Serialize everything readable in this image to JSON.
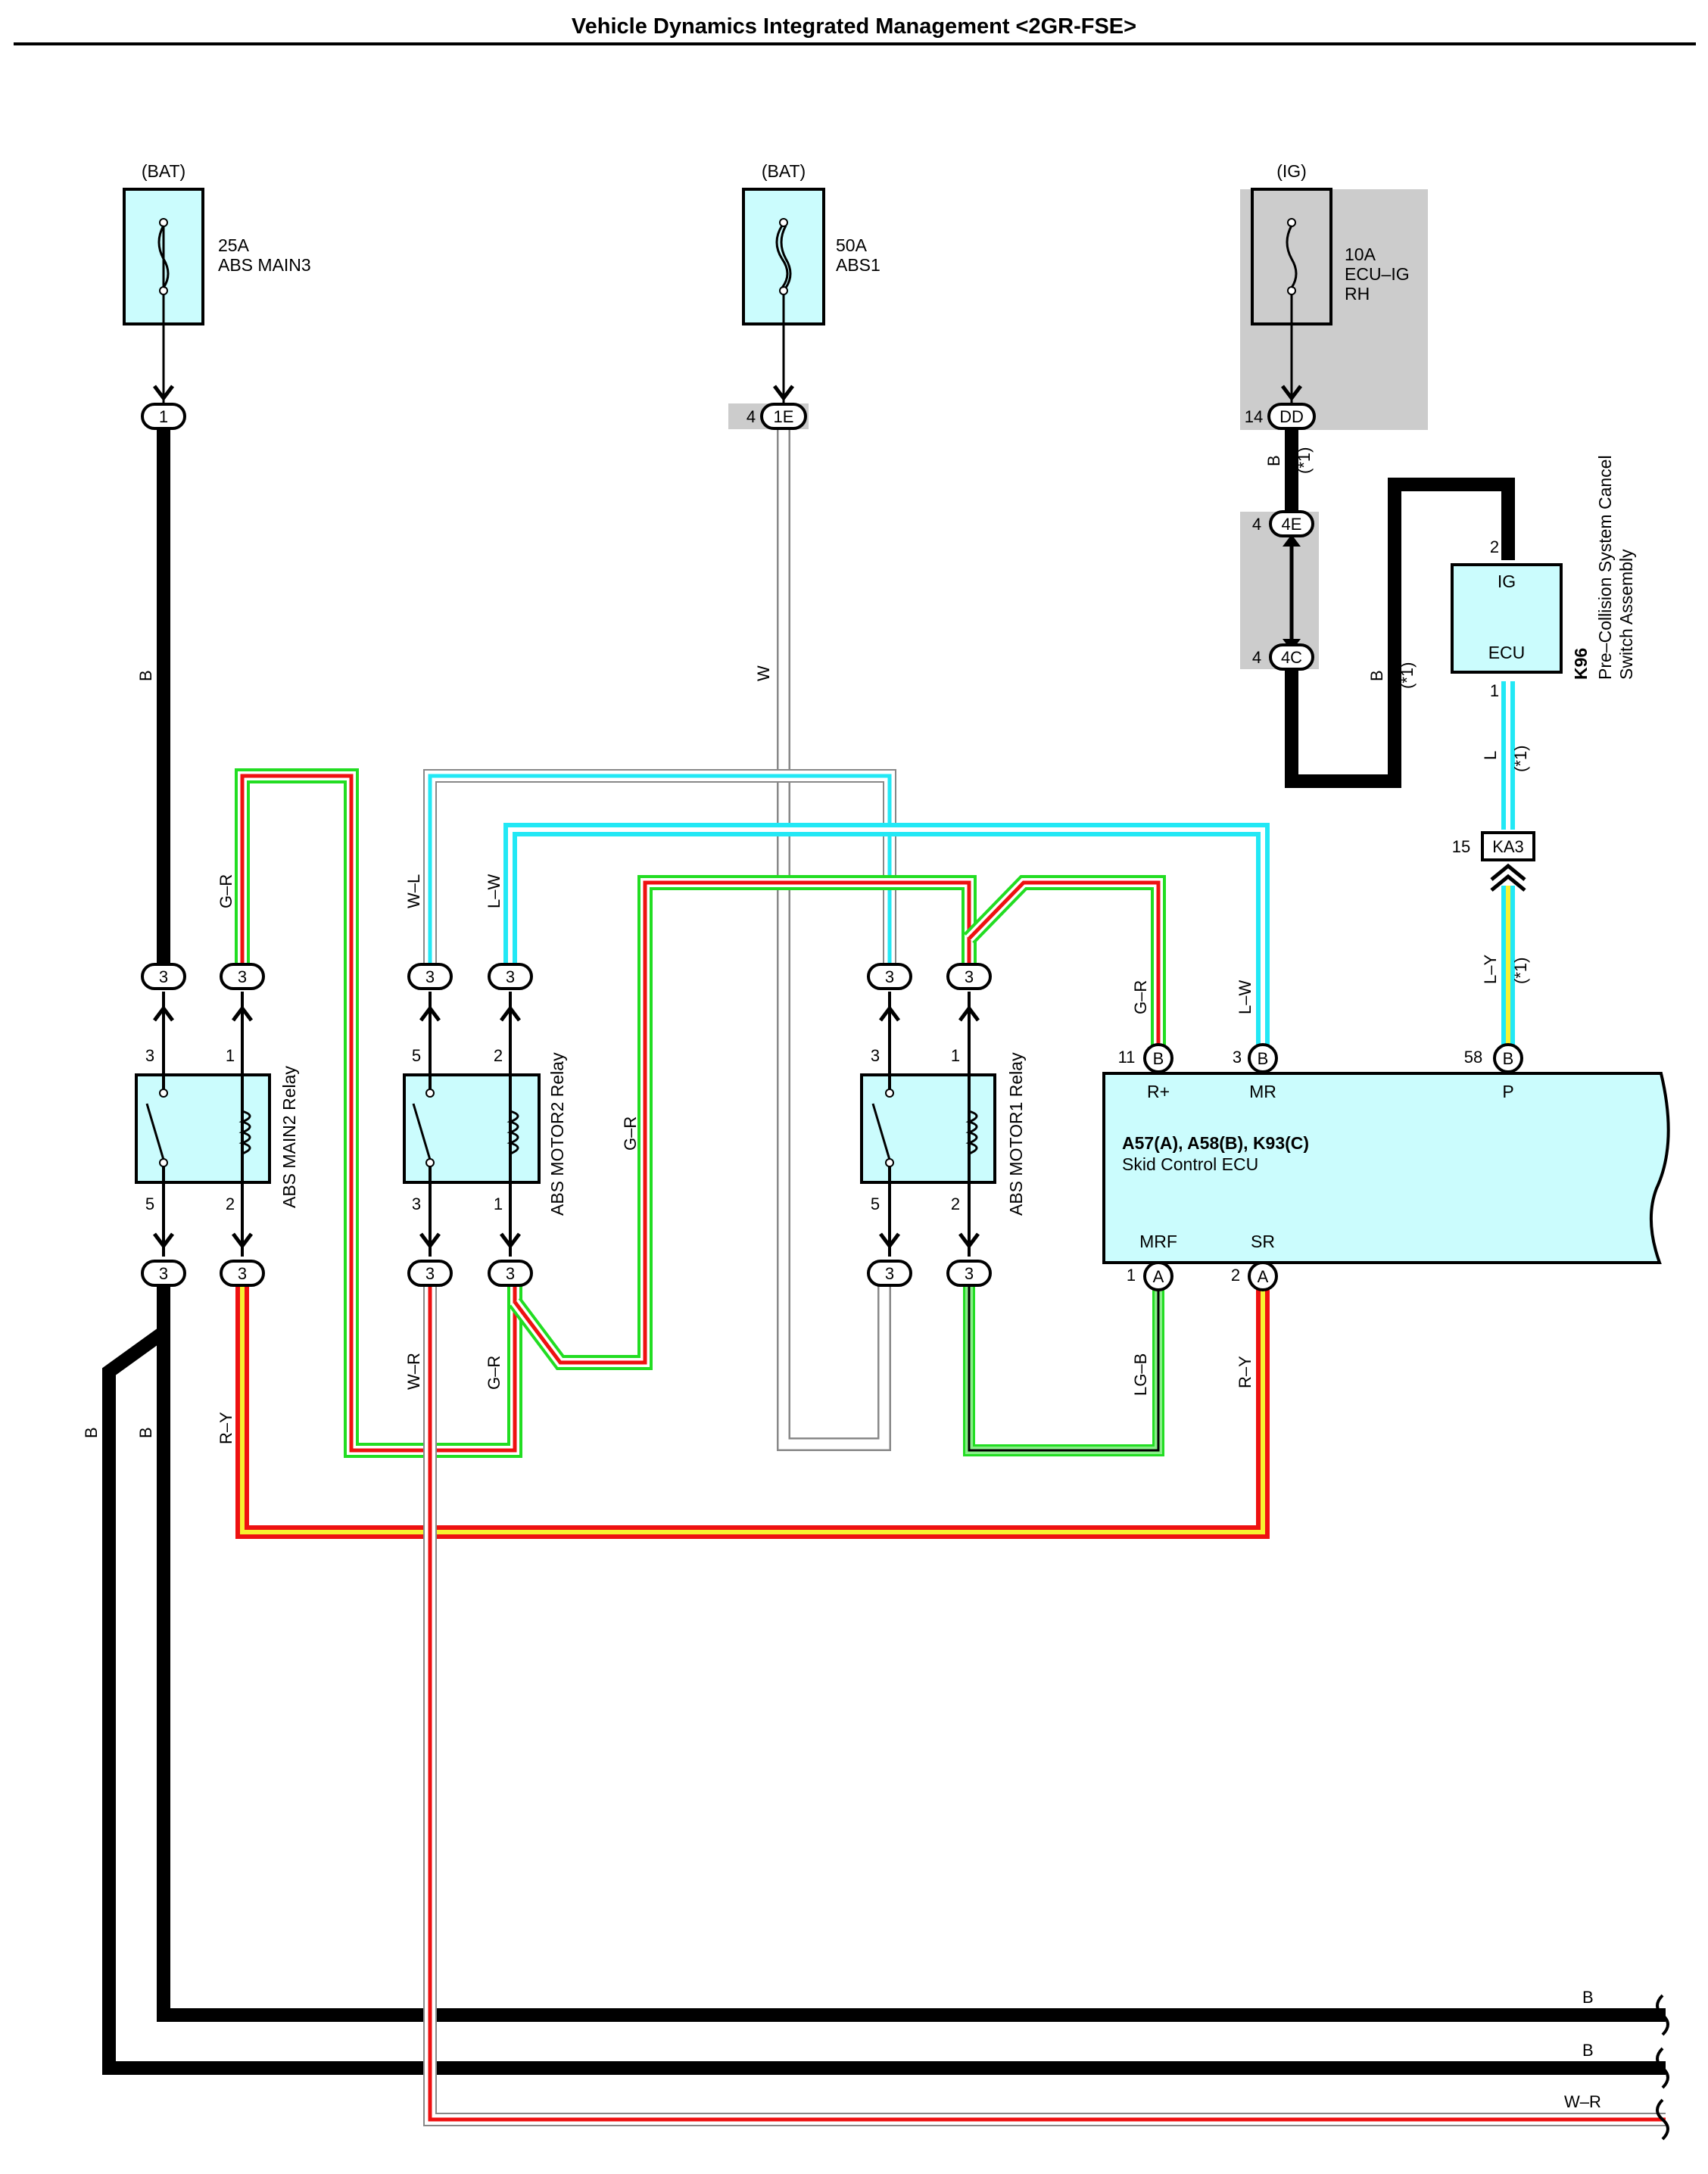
{
  "title": "Vehicle Dynamics Integrated Management <2GR-FSE>",
  "colors": {
    "ecu_fill": "#cbfcfd",
    "relay_fill": "#cbfcfd",
    "fuse_fill": "#cbfcfd",
    "ig_shade": "#cccccc",
    "wire_black": "#000000",
    "wire_green": "#22dd22",
    "wire_red": "#ee1111",
    "wire_yellow": "#f7f230",
    "wire_cyan": "#22e8f5",
    "wire_white_outline": "#888888",
    "wire_lightgreen": "#88ee88"
  },
  "fuses": [
    {
      "source": "(BAT)",
      "rating": "25A",
      "name": "ABS MAIN3",
      "connector": "1"
    },
    {
      "source": "(BAT)",
      "rating": "50A",
      "name": "ABS1",
      "connector_pin": "4",
      "connector": "1E"
    },
    {
      "source": "(IG)",
      "rating": "10A",
      "name_line1": "ECU–IG",
      "name_line2": "RH",
      "connector_pin": "14",
      "connector": "DD"
    }
  ],
  "junctions": {
    "4E": {
      "pin": "4",
      "label": "4E"
    },
    "4C": {
      "pin": "4",
      "label": "4C"
    },
    "KA3": {
      "pin": "15",
      "label": "KA3"
    }
  },
  "switch": {
    "code": "K96",
    "name_line1": "Pre–Collision System Cancel",
    "name_line2": "Switch Assembly",
    "pin_ig": "2",
    "label_ig": "IG",
    "pin_ecu": "1",
    "label_ecu": "ECU"
  },
  "relays": [
    {
      "name": "ABS MAIN2 Relay",
      "pin_tl": "3",
      "pin_tr": "1",
      "pin_bl": "5",
      "pin_br": "2"
    },
    {
      "name": "ABS MOTOR2 Relay",
      "pin_tl": "5",
      "pin_tr": "2",
      "pin_bl": "3",
      "pin_br": "1"
    },
    {
      "name": "ABS MOTOR1 Relay",
      "pin_tl": "3",
      "pin_tr": "1",
      "pin_bl": "5",
      "pin_br": "2"
    }
  ],
  "relay_connector": "3",
  "ecu": {
    "codes": "A57(A), A58(B), K93(C)",
    "name": "Skid Control ECU",
    "top_pins": [
      {
        "num": "11",
        "conn": "B",
        "label": "R+"
      },
      {
        "num": "3",
        "conn": "B",
        "label": "MR"
      },
      {
        "num": "58",
        "conn": "B",
        "label": "P"
      }
    ],
    "bottom_pins": [
      {
        "num": "1",
        "conn": "A",
        "label": "MRF"
      },
      {
        "num": "2",
        "conn": "A",
        "label": "SR"
      }
    ]
  },
  "wire_labels": {
    "b": "B",
    "w": "W",
    "gr": "G–R",
    "wl": "W–L",
    "lw": "L–W",
    "wr": "W–R",
    "ry": "R–Y",
    "lgb": "LG–B",
    "l": "L",
    "ly": "L–Y",
    "note": "(*1)"
  }
}
